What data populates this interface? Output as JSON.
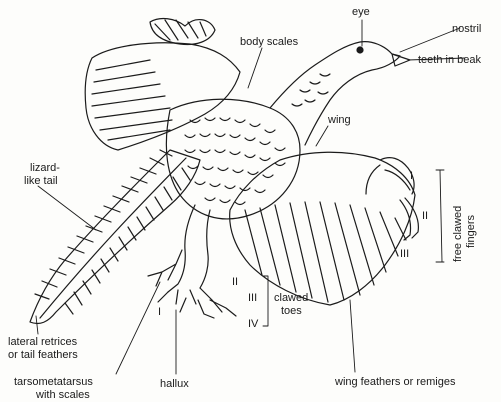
{
  "labels": {
    "eye": "eye",
    "nostril": "nostril",
    "teeth_in_beak": "teeth in beak",
    "body_scales": "body scales",
    "wing": "wing",
    "lizard_like_tail_1": "lizard-",
    "lizard_like_tail_2": "like tail",
    "free_clawed_fingers_1": "free clawed",
    "free_clawed_fingers_2": "fingers",
    "finger_i": "I",
    "finger_ii": "II",
    "finger_iii": "III",
    "toe_i": "I",
    "toe_ii": "II",
    "toe_iii": "III",
    "toe_iv": "IV",
    "clawed_toes_1": "clawed",
    "clawed_toes_2": "toes",
    "lateral_retrices_1": "lateral retrices",
    "lateral_retrices_2": "or tail feathers",
    "tarsometatarsus_1": "tarsometatarsus",
    "tarsometatarsus_2": "with scales",
    "hallux": "hallux",
    "wing_feathers": "wing feathers or remiges"
  },
  "colors": {
    "ink": "#1b1b1b",
    "paper": "#fdfdfb"
  }
}
